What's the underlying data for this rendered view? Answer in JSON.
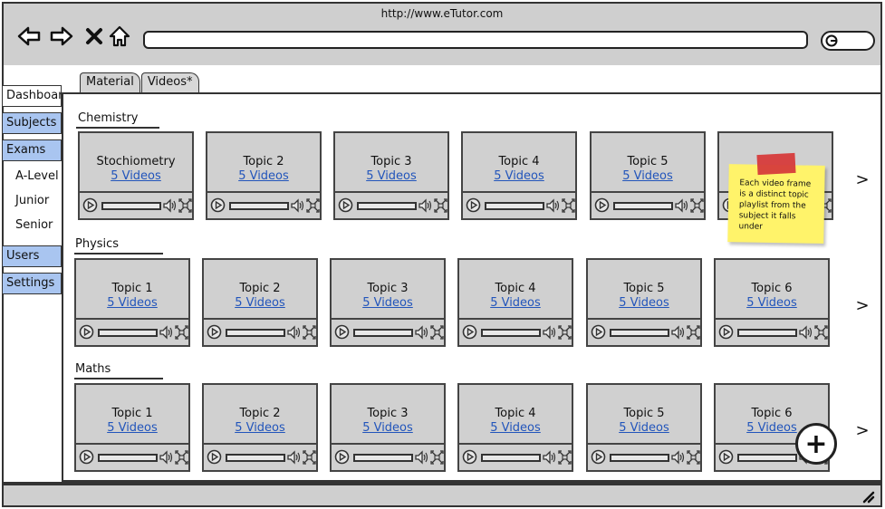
{
  "browser": {
    "url": "http://www.eTutor.com",
    "icons": [
      "back-arrow-icon",
      "forward-arrow-icon",
      "close-icon",
      "home-icon",
      "search-icon"
    ]
  },
  "sidebar": {
    "items": [
      {
        "label": "Dashboard",
        "highlight": false
      },
      {
        "label": "Subjects",
        "highlight": true
      },
      {
        "label": "Exams",
        "highlight": true
      },
      {
        "label": "A-Level",
        "sub": true
      },
      {
        "label": "Junior",
        "sub": true
      },
      {
        "label": "Senior",
        "sub": true
      },
      {
        "label": "Users",
        "highlight": true
      },
      {
        "label": "Settings",
        "highlight": true
      }
    ]
  },
  "tabs": [
    {
      "label": "Material"
    },
    {
      "label": "Videos*"
    }
  ],
  "sections": [
    {
      "title": "Chemistry",
      "cards": [
        {
          "topic": "Stochiometry",
          "link": "5 Videos"
        },
        {
          "topic": "Topic 2",
          "link": "5 Videos"
        },
        {
          "topic": "Topic 3",
          "link": "5 Videos"
        },
        {
          "topic": "Topic 4",
          "link": "5 Videos"
        },
        {
          "topic": "Topic 5",
          "link": "5 Videos"
        },
        {
          "topic": "",
          "link": ""
        }
      ]
    },
    {
      "title": "Physics",
      "cards": [
        {
          "topic": "Topic 1",
          "link": "5 Videos"
        },
        {
          "topic": "Topic 2",
          "link": "5 Videos"
        },
        {
          "topic": "Topic 3",
          "link": "5 Videos"
        },
        {
          "topic": "Topic 4",
          "link": "5 Videos"
        },
        {
          "topic": "Topic 5",
          "link": "5 Videos"
        },
        {
          "topic": "Topic 6",
          "link": "5 Videos"
        }
      ]
    },
    {
      "title": "Maths",
      "cards": [
        {
          "topic": "Topic 1",
          "link": "5 Videos"
        },
        {
          "topic": "Topic 2",
          "link": "5 Videos"
        },
        {
          "topic": "Topic 3",
          "link": "5 Videos"
        },
        {
          "topic": "Topic 4",
          "link": "5 Videos"
        },
        {
          "topic": "Topic 5",
          "link": "5 Videos"
        },
        {
          "topic": "Topic 6",
          "link": "5 Videos"
        }
      ]
    }
  ],
  "sticky_note": {
    "text": "Each video frame is a distinct topic playlist from the subject it falls under",
    "color": "#fff36a",
    "tape_color": "#d63b3b"
  },
  "chevron": ">",
  "fab": {
    "label": "+"
  },
  "colors": {
    "highlight": "#a9c5f0",
    "link": "#2255bb",
    "card": "#d0d0d0",
    "chrome": "#cfcfcf"
  }
}
